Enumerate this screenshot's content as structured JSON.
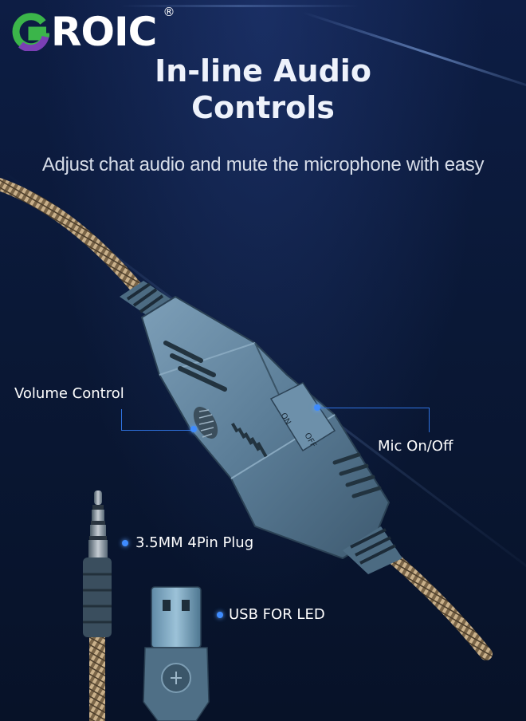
{
  "brand": {
    "logo_text": "ROIC",
    "registered_mark": "®",
    "colors": {
      "g_green": "#3bb54a",
      "g_purple": "#7b3fb5",
      "text": "#ffffff"
    }
  },
  "header": {
    "title_line1": "In-line Audio",
    "title_line2": "Controls",
    "subtitle": "Adjust chat audio and mute the microphone with easy"
  },
  "callouts": {
    "volume": "Volume Control",
    "mic": "Mic On/Off",
    "plug": "3.5MM 4Pin Plug",
    "usb": "USB FOR LED"
  },
  "device": {
    "switch_on": "ON",
    "switch_off": "OFF"
  },
  "colors": {
    "background": "#0a1733",
    "accent_blue": "#3f8cff",
    "cable_braid": "#b8a07a",
    "device_body": "#5d7f99"
  }
}
